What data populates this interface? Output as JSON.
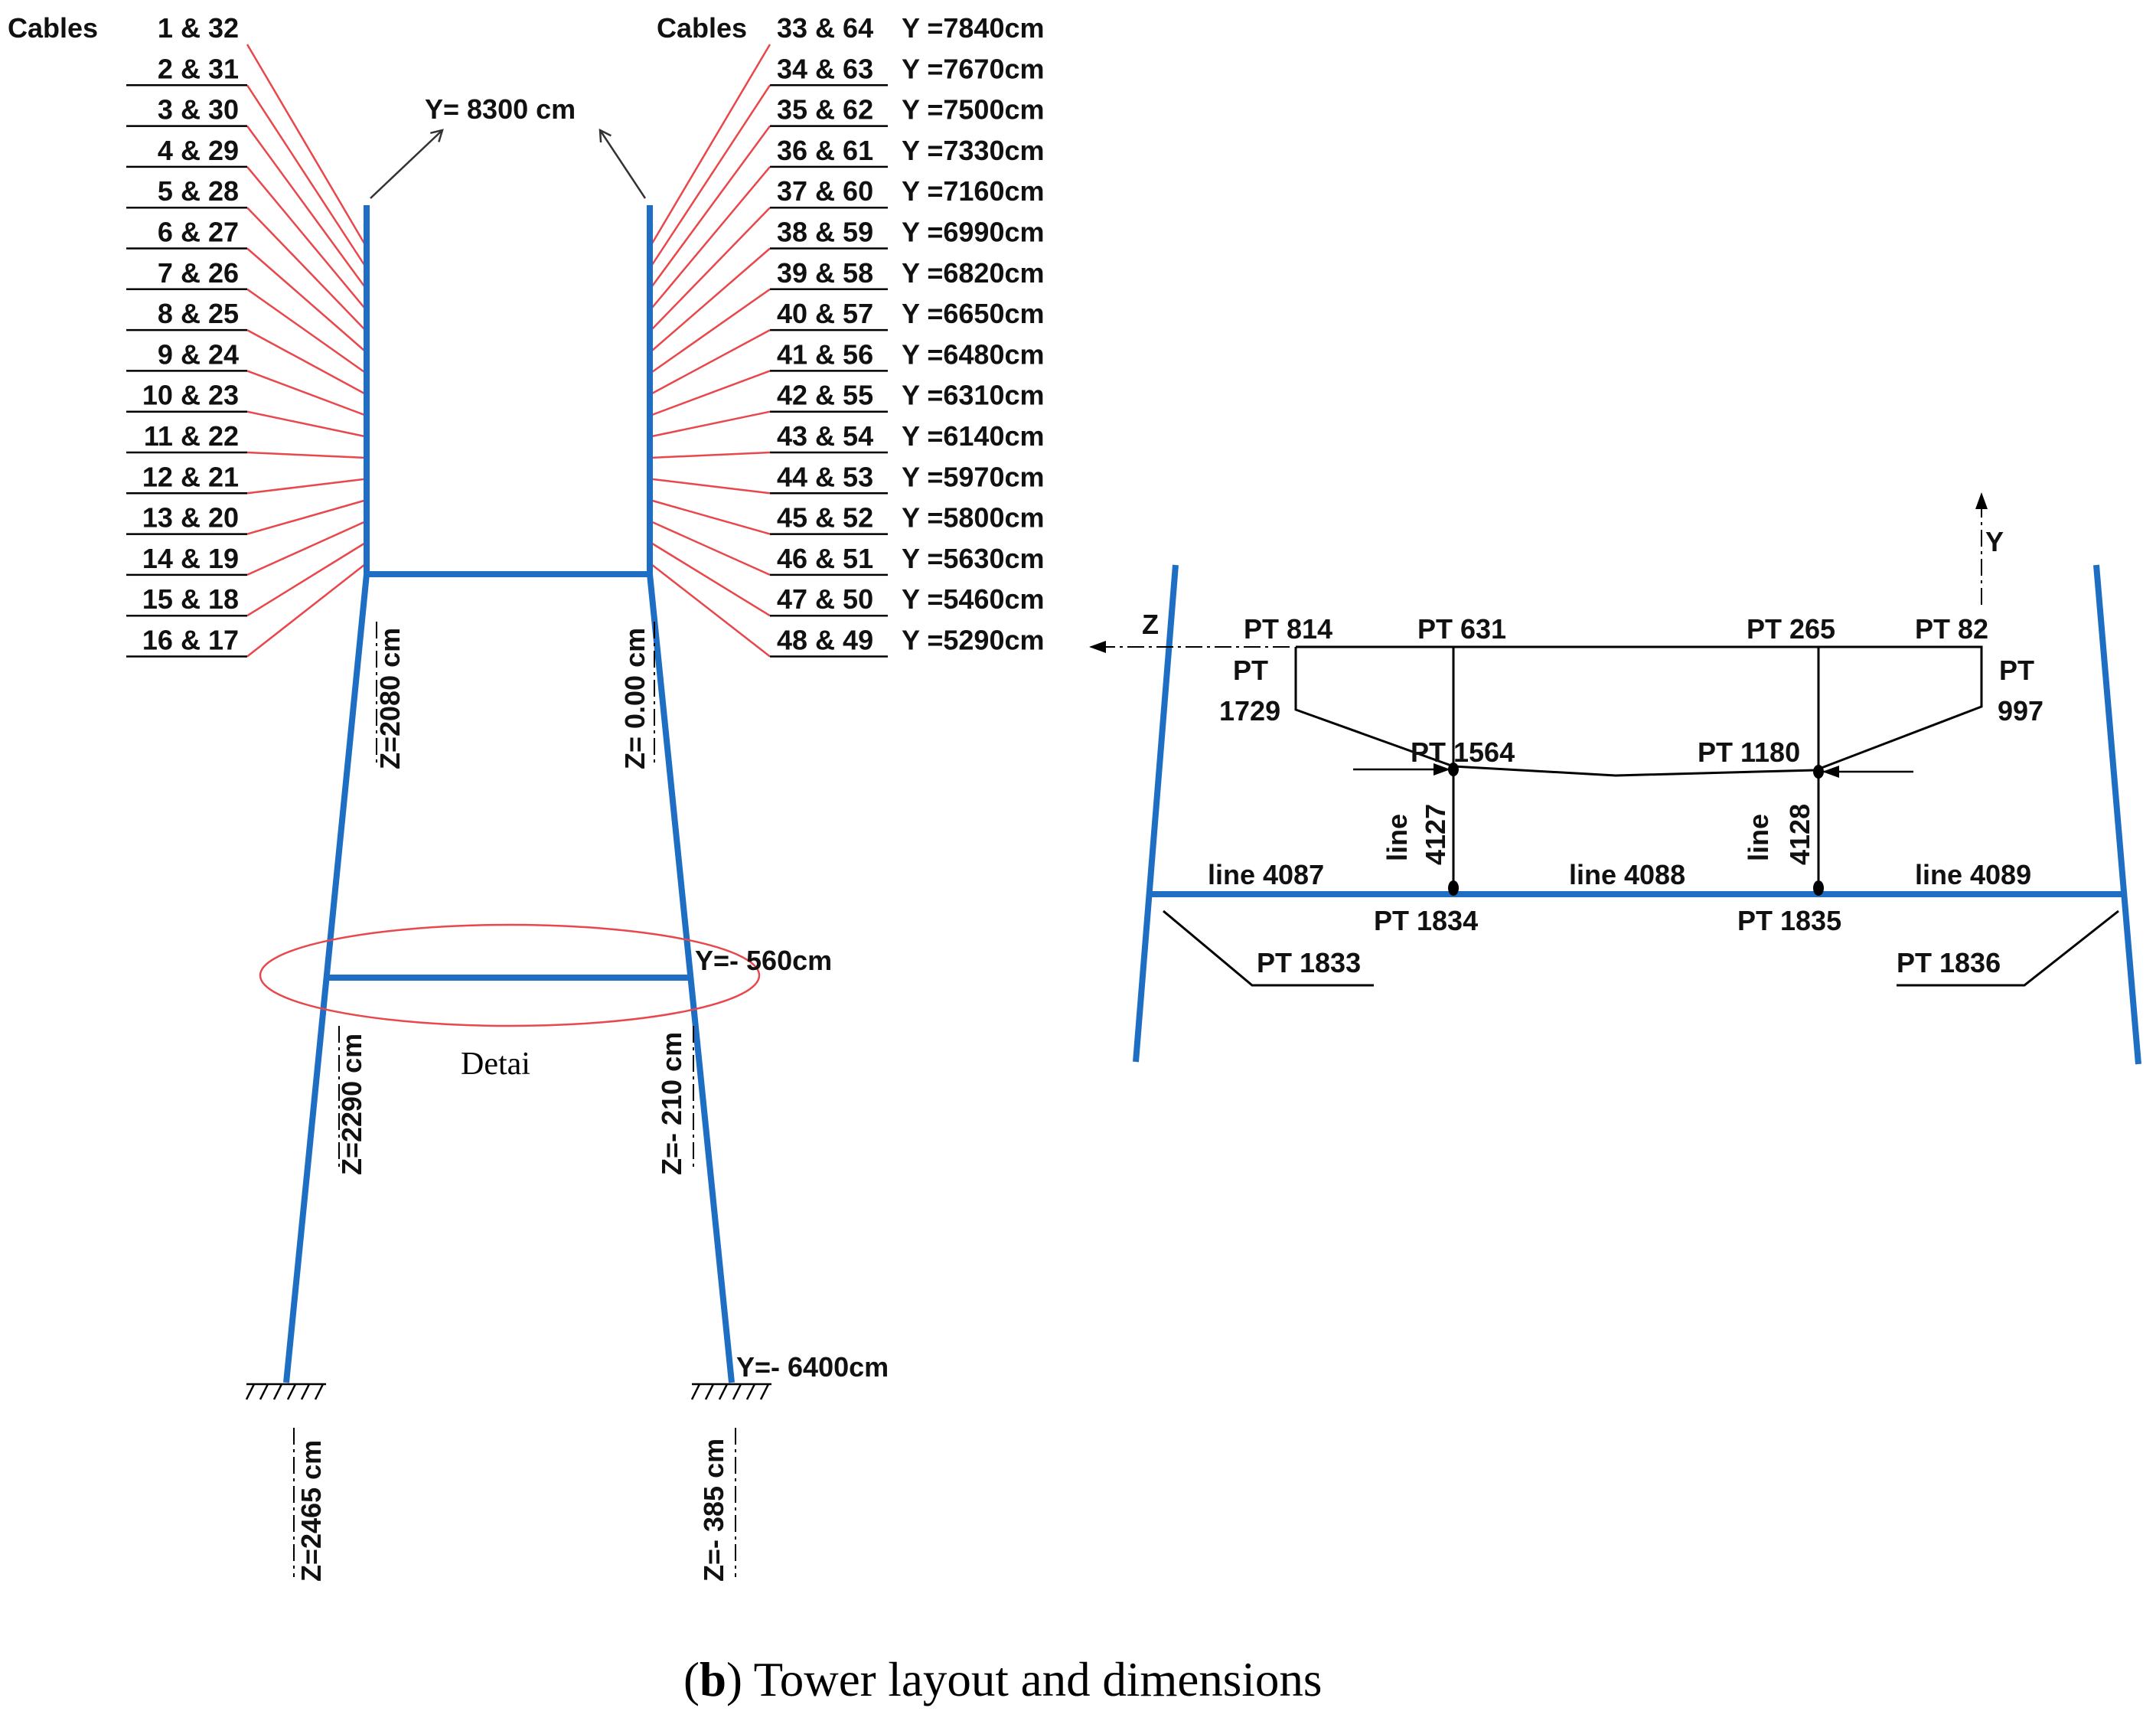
{
  "diagram": {
    "caption": {
      "letter": "b",
      "text": "Tower layout and dimensions"
    },
    "left_cables": {
      "heading": "Cables",
      "labels": [
        "1 & 32",
        "2 & 31",
        "3 & 30",
        "4 & 29",
        "5 & 28",
        "6 & 27",
        "7 & 26",
        "8 & 25",
        "9 & 24",
        "10 & 23",
        "11 & 22",
        "12 & 21",
        "13 & 20",
        "14 & 19",
        "15 & 18",
        "16 & 17"
      ]
    },
    "right_cables": {
      "heading": "Cables",
      "labels": [
        "33 & 64",
        "34 & 63",
        "35 & 62",
        "36 & 61",
        "37 & 60",
        "38 & 59",
        "39 & 58",
        "40 & 57",
        "41 & 56",
        "42 & 55",
        "43 & 54",
        "44 & 53",
        "45 & 52",
        "46 & 51",
        "47 & 50",
        "48 & 49"
      ],
      "elevations": [
        "Y =7840cm",
        "Y =7670cm",
        "Y =7500cm",
        "Y =7330cm",
        "Y =7160cm",
        "Y =6990cm",
        "Y =6820cm",
        "Y =6650cm",
        "Y =6480cm",
        "Y =6310cm",
        "Y =6140cm",
        "Y =5970cm",
        "Y =5800cm",
        "Y =5630cm",
        "Y =5460cm",
        "Y =5290cm"
      ]
    },
    "tower": {
      "top_label": "Y= 8300 cm",
      "z_upper_left": "Z=2080 cm",
      "z_upper_right": "Z= 0.00 cm",
      "crossbeam_label": "Y=- 560cm",
      "detail_label": "Detai",
      "z_lower_left": "Z=2290 cm",
      "z_lower_right": "Z=- 210 cm",
      "base_label": "Y=- 6400cm",
      "z_base_left": "Z=2465 cm",
      "z_base_right": "Z=- 385 cm"
    },
    "detail": {
      "axis_y": "Y",
      "axis_z": "Z",
      "pt814": "PT 814",
      "pt631": "PT 631",
      "pt265": "PT 265",
      "pt82": "PT 82",
      "pt1729_a": "PT",
      "pt1729_b": "1729",
      "pt997_a": "PT",
      "pt997_b": "997",
      "pt1564": "PT 1564",
      "pt1180": "PT 1180",
      "line4127_a": "line",
      "line4127_b": "4127",
      "line4128_a": "line",
      "line4128_b": "4128",
      "line4087": "line 4087",
      "line4088": "line 4088",
      "line4089": "line 4089",
      "pt1834": "PT 1834",
      "pt1835": "PT 1835",
      "pt1833": "PT 1833",
      "pt1836": "PT 1836"
    }
  }
}
